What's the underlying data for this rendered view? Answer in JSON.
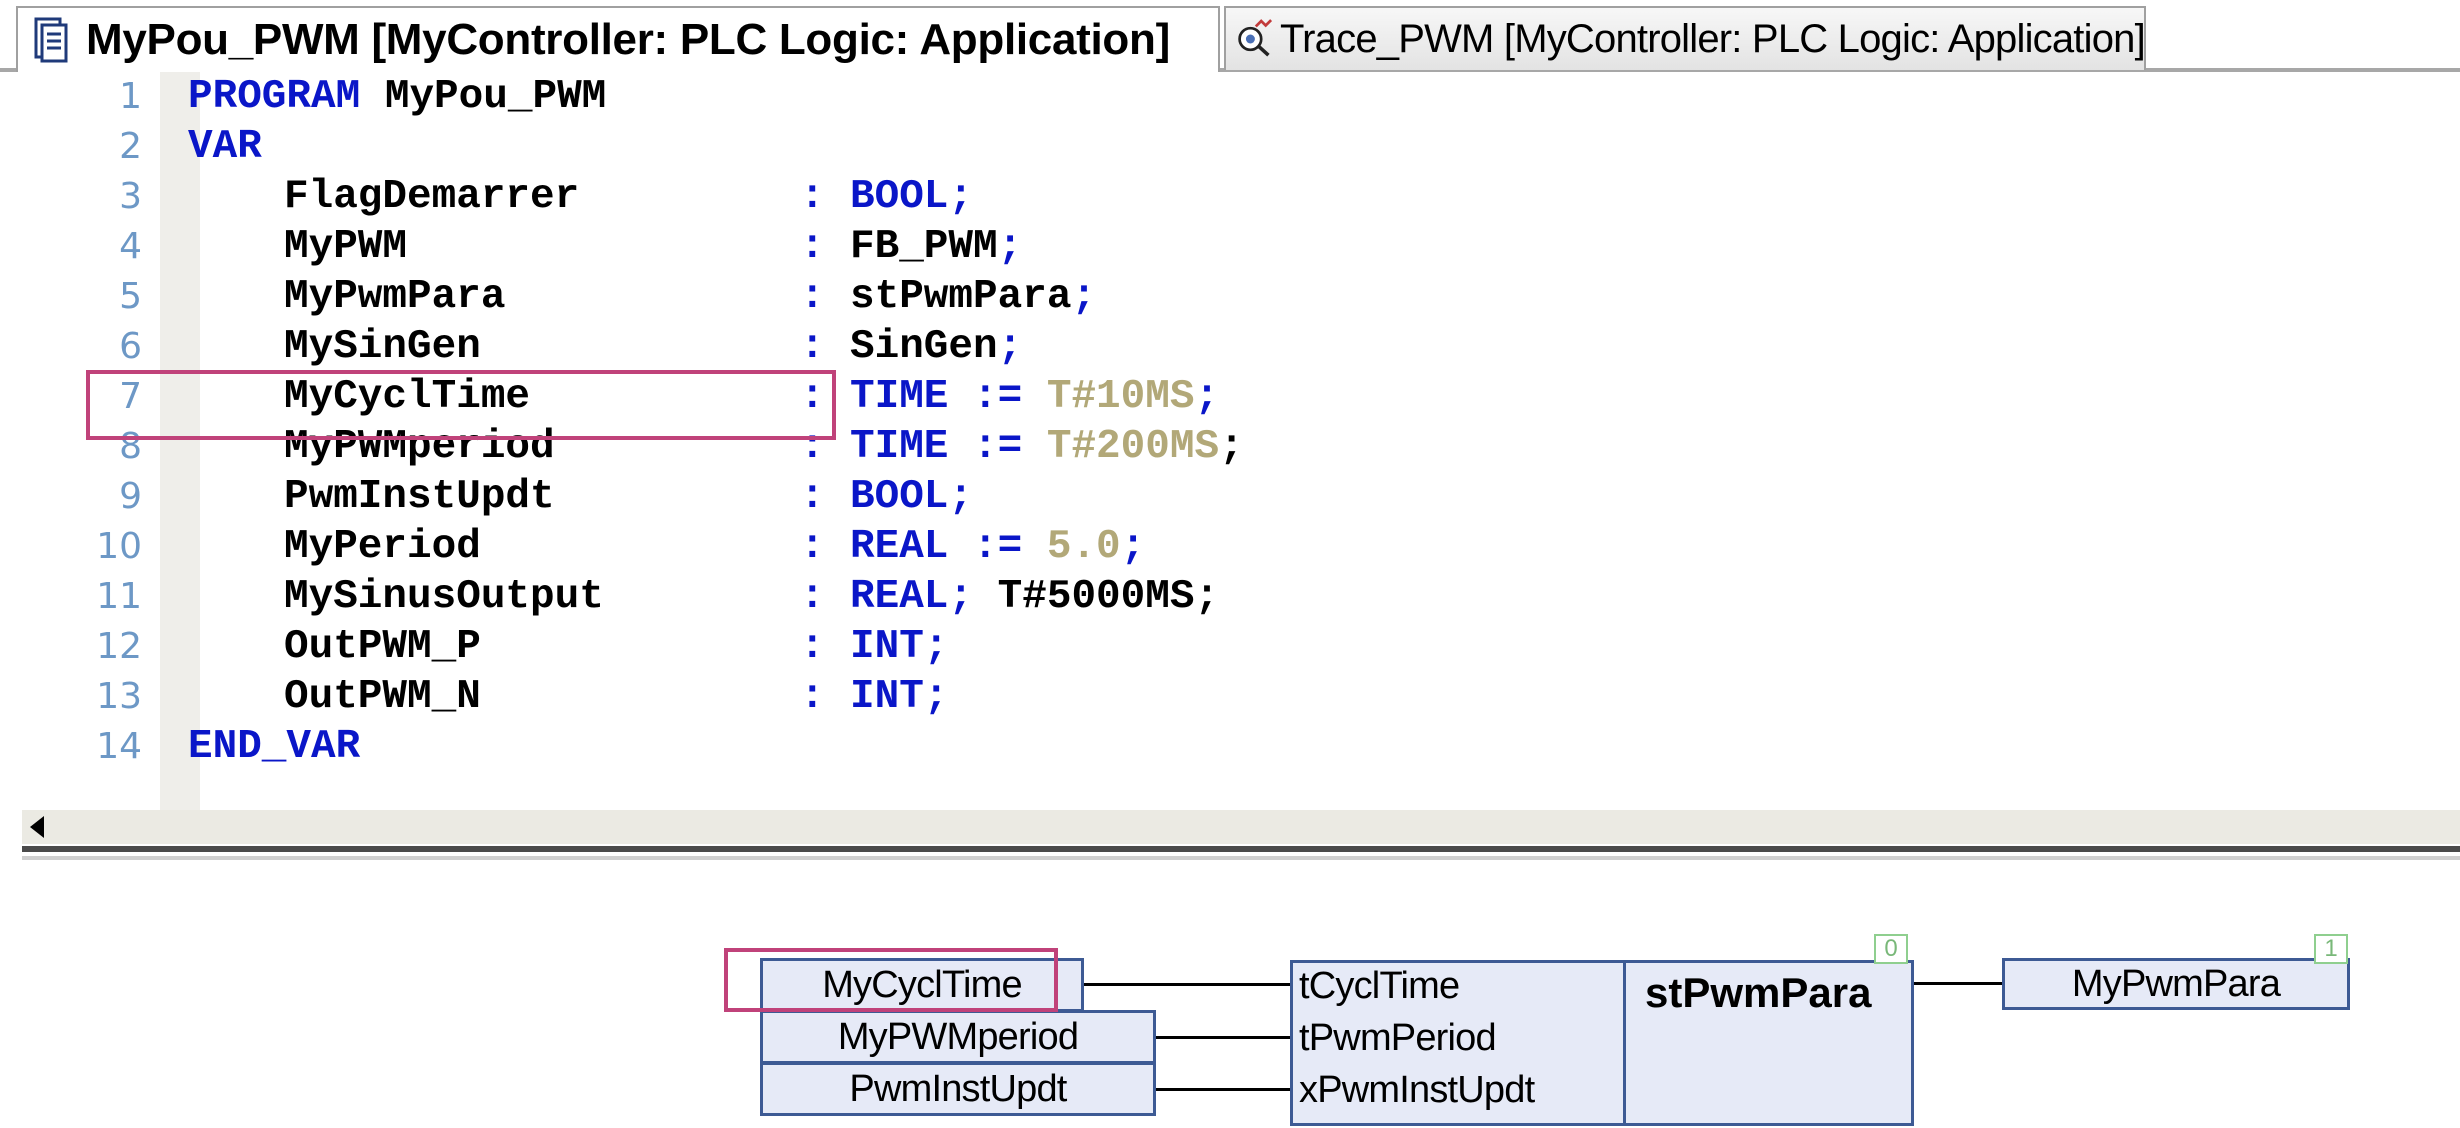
{
  "tabs": [
    {
      "label": "MyPou_PWM [MyController: PLC Logic: Application]",
      "icon": "pou-document-icon",
      "active": true
    },
    {
      "label": "Trace_PWM [MyController: PLC Logic: Application]",
      "icon": "trace-icon",
      "active": false
    }
  ],
  "line_numbers": [
    "1",
    "2",
    "3",
    "4",
    "5",
    "6",
    "7",
    "8",
    "9",
    "10",
    "11",
    "12",
    "13",
    "14"
  ],
  "code": {
    "line1": {
      "kw": "PROGRAM",
      "name": " MyPou_PWM"
    },
    "line2": {
      "kw": "VAR"
    },
    "line3": {
      "var": "FlagDemarrer",
      "colon": ": ",
      "type": "BOOL;"
    },
    "line4": {
      "var": "MyPWM",
      "colon": ": ",
      "type": "FB_PWM",
      "semi": ";"
    },
    "line5": {
      "var": "MyPwmPara",
      "colon": ": ",
      "type": "stPwmPara",
      "semi": ";"
    },
    "line6": {
      "var": "MySinGen",
      "colon": ": ",
      "type": "SinGen",
      "semi": ";"
    },
    "line7": {
      "var": "MyCyclTime",
      "colon": ": ",
      "type": "TIME :=",
      "value": " T#10MS",
      "semi": ";"
    },
    "line8": {
      "var": "MyPWMperiod",
      "colon": ": ",
      "type": "TIME :=",
      "value": " T#200MS",
      "semi": ";"
    },
    "line9": {
      "var": "PwmInstUpdt",
      "colon": ": ",
      "type": "BOOL;"
    },
    "line10": {
      "var": "MyPeriod",
      "colon": ": ",
      "type": "REAL :=",
      "value": " 5.0",
      "semi": ";"
    },
    "line11": {
      "var": "MySinusOutput",
      "colon": ": ",
      "type": "REAL;",
      "extra": " T#5000MS;"
    },
    "line12": {
      "var": "OutPWM_P",
      "colon": ": ",
      "type": "INT;"
    },
    "line13": {
      "var": "OutPWM_N",
      "colon": ": ",
      "type": "INT;"
    },
    "line14": {
      "kw": "END_VAR"
    }
  },
  "diagram": {
    "inputs": [
      "MyCyclTime",
      "MyPWMperiod",
      "PwmInstUpdt"
    ],
    "block": {
      "name": "stPwmPara",
      "pins": [
        "tCyclTime",
        "tPwmPeriod",
        "xPwmInstUpdt"
      ],
      "order": "0"
    },
    "output": {
      "label": "MyPwmPara",
      "order": "1"
    }
  },
  "colors": {
    "keyword": "#0a16c8",
    "literal": "#b2a878",
    "line_number": "#6d98c6",
    "highlight": "#c0427a",
    "box_fill": "#e6eaf7",
    "box_border": "#3d5a94"
  }
}
